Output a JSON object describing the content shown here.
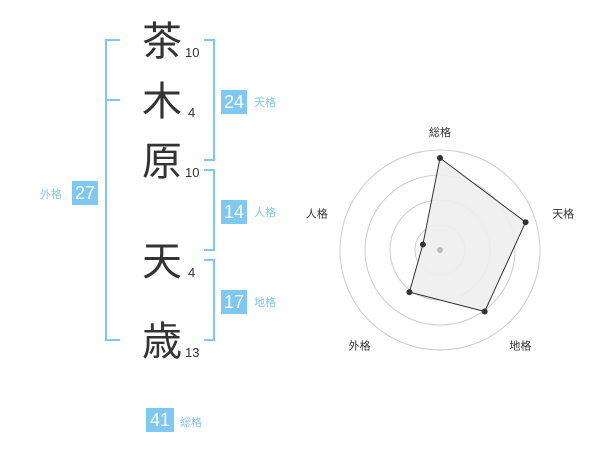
{
  "colors": {
    "accent": "#7ec8f2",
    "bracket": "#7ec8f2",
    "text": "#333333",
    "radar_ring": "#cccccc",
    "radar_fill": "#eeeeee",
    "radar_stroke": "#333333",
    "radar_center": "#bbbbbb"
  },
  "name": {
    "surname": [
      {
        "char": "茶",
        "strokes": "10"
      },
      {
        "char": "木",
        "strokes": "4"
      },
      {
        "char": "原",
        "strokes": "10"
      }
    ],
    "given": [
      {
        "char": "天",
        "strokes": "4"
      },
      {
        "char": "歳",
        "strokes": "13"
      }
    ]
  },
  "fortune": {
    "tenkaku": {
      "label": "天格",
      "value": "24"
    },
    "jinkaku": {
      "label": "人格",
      "value": "14"
    },
    "chikaku": {
      "label": "地格",
      "value": "17"
    },
    "gaikaku": {
      "label": "外格",
      "value": "27"
    },
    "soukaku": {
      "label": "総格",
      "value": "41"
    }
  },
  "chart_data": {
    "type": "radar",
    "axes": [
      "総格",
      "天格",
      "地格",
      "外格",
      "人格"
    ],
    "rings": 4,
    "max": 5,
    "values": [
      4.6,
      4.5,
      3.8,
      2.6,
      0.9
    ]
  }
}
